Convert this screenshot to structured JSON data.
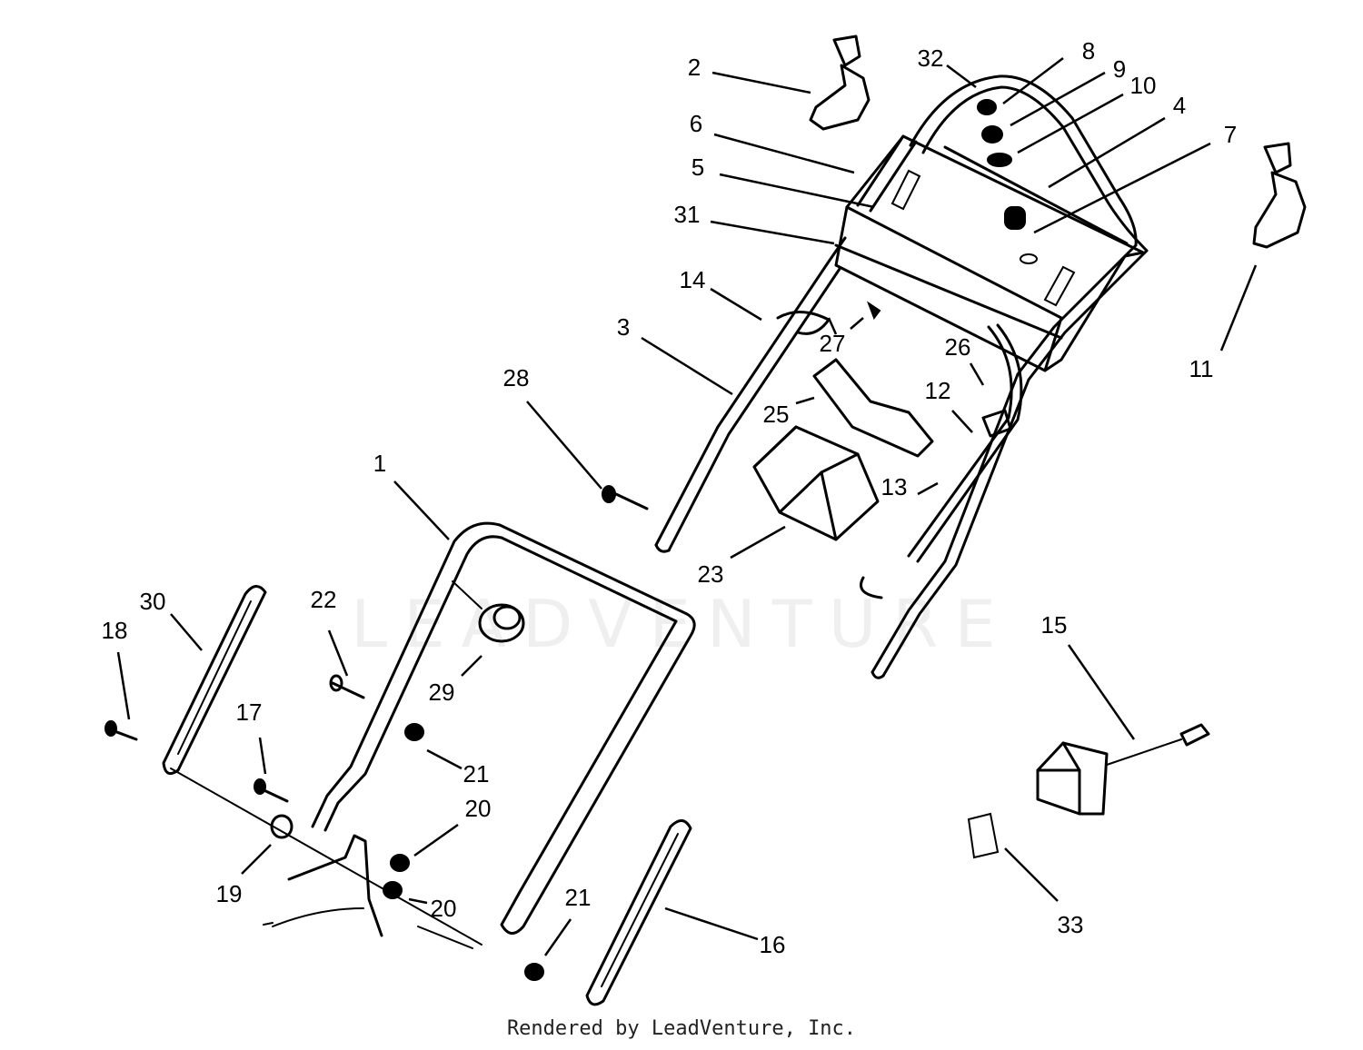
{
  "footer": {
    "credit": "Rendered by LeadVenture, Inc."
  },
  "watermark": {
    "text": "LEADVENTURE"
  },
  "colors": {
    "ink": "#000000",
    "paper": "#ffffff"
  },
  "callouts": [
    {
      "id": "1",
      "text": "1"
    },
    {
      "id": "2",
      "text": "2"
    },
    {
      "id": "3",
      "text": "3"
    },
    {
      "id": "4",
      "text": "4"
    },
    {
      "id": "5",
      "text": "5"
    },
    {
      "id": "6",
      "text": "6"
    },
    {
      "id": "7",
      "text": "7"
    },
    {
      "id": "8",
      "text": "8"
    },
    {
      "id": "9",
      "text": "9"
    },
    {
      "id": "10",
      "text": "10"
    },
    {
      "id": "11",
      "text": "11"
    },
    {
      "id": "12",
      "text": "12"
    },
    {
      "id": "13",
      "text": "13"
    },
    {
      "id": "14",
      "text": "14"
    },
    {
      "id": "15",
      "text": "15"
    },
    {
      "id": "16",
      "text": "16"
    },
    {
      "id": "17",
      "text": "17"
    },
    {
      "id": "18",
      "text": "18"
    },
    {
      "id": "19",
      "text": "19"
    },
    {
      "id": "20a",
      "text": "20"
    },
    {
      "id": "20b",
      "text": "20"
    },
    {
      "id": "21a",
      "text": "21"
    },
    {
      "id": "21b",
      "text": "21"
    },
    {
      "id": "22",
      "text": "22"
    },
    {
      "id": "23",
      "text": "23"
    },
    {
      "id": "25",
      "text": "25"
    },
    {
      "id": "26",
      "text": "26"
    },
    {
      "id": "27",
      "text": "27"
    },
    {
      "id": "28",
      "text": "28"
    },
    {
      "id": "29",
      "text": "29"
    },
    {
      "id": "30",
      "text": "30"
    },
    {
      "id": "31",
      "text": "31"
    },
    {
      "id": "32",
      "text": "32"
    },
    {
      "id": "33",
      "text": "33"
    }
  ]
}
